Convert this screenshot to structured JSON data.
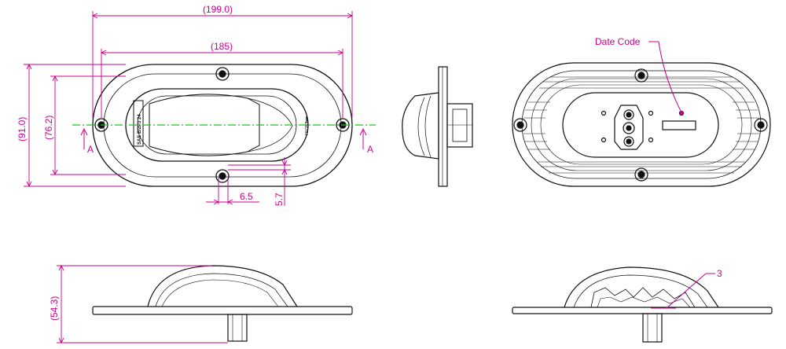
{
  "dimensions": {
    "overall_length": "(199.0)",
    "hole_spacing": "(185)",
    "overall_height": "(91.0)",
    "inner_height": "(76.2)",
    "small_offset": "6.5",
    "vertical_small": "5.7",
    "profile_height": "(54.3)"
  },
  "section_marks": {
    "left": "A",
    "right": "A"
  },
  "callouts": {
    "date_code": "Date Code",
    "item_3": "3"
  },
  "lens_text": {
    "approval_mark": "SAE E/2P3 24",
    "front_mark": "FRONT"
  },
  "colors": {
    "dimension": "#c8008c",
    "centerline": "#22c022",
    "outline": "#111111"
  }
}
